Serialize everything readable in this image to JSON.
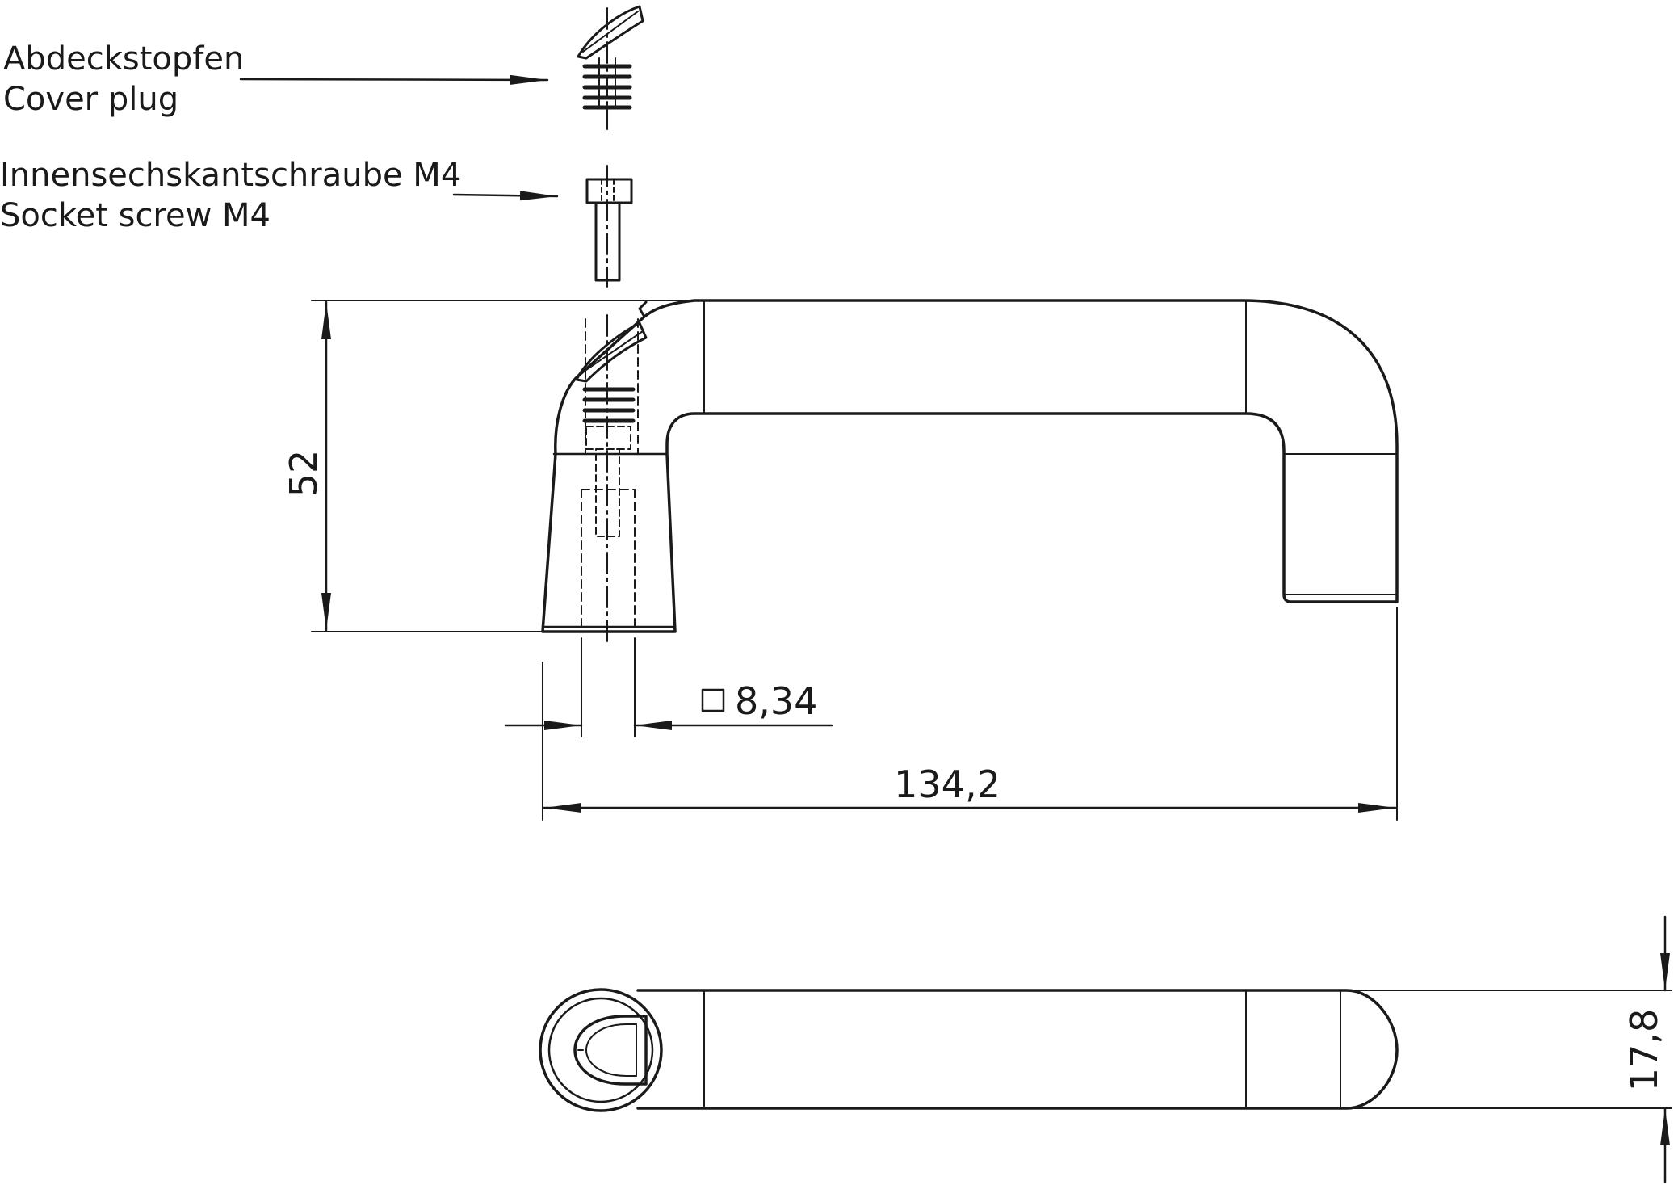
{
  "callouts": {
    "cover_plug": {
      "line1": "Abdeckstopfen",
      "line2": "Cover plug"
    },
    "socket_screw": {
      "line1": "Innensechskantschraube M4",
      "line2": "Socket screw M4"
    }
  },
  "dimensions": {
    "height": "52",
    "square_hole": "8,34",
    "length": "134,2",
    "width": "17,8"
  },
  "colors": {
    "line": "#1a1a1a",
    "background": "#ffffff"
  }
}
